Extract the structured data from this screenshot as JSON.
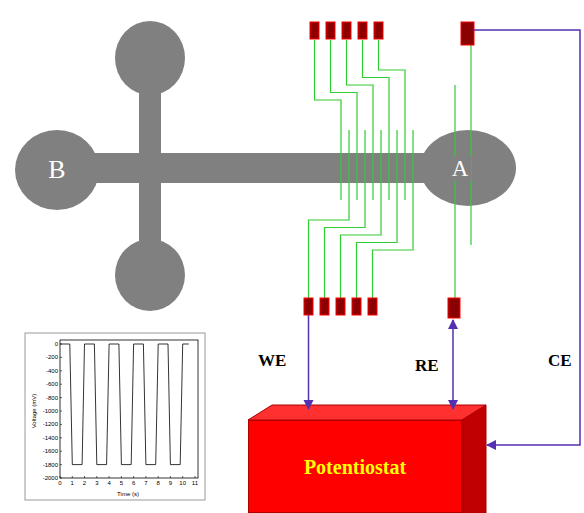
{
  "diagram": {
    "nodes": [
      {
        "text": [
          "B"
        ]
      },
      {
        "text": [
          "A"
        ]
      },
      {
        "text": [
          "Potentiostat"
        ]
      }
    ],
    "labels": [
      "WE",
      "RE",
      "CE",
      "Voltage (mV)",
      "0",
      "-200",
      "-400",
      "-600",
      "-800",
      "-1000",
      "-1200",
      "-1400",
      "-1600",
      "-1800",
      "-2000",
      "Time (s)",
      "0",
      "1",
      "2",
      "3",
      "4",
      "5",
      "6",
      "7",
      "8",
      "9",
      "10",
      "11"
    ]
  }
}
